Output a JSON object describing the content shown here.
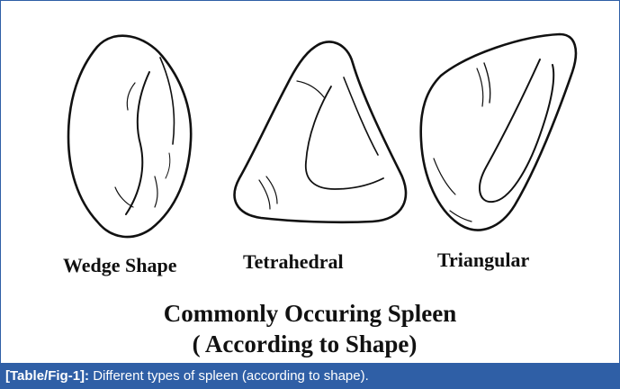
{
  "figure": {
    "shapes": [
      {
        "id": "wedge",
        "label": "Wedge Shape",
        "icon": "wedge-spleen-drawing"
      },
      {
        "id": "tetrahedral",
        "label": "Tetrahedral",
        "icon": "tetrahedral-spleen-drawing"
      },
      {
        "id": "triangular",
        "label": "Triangular",
        "icon": "triangular-spleen-drawing"
      }
    ],
    "title_line_1": "Commonly Occuring Spleen",
    "title_line_2": "( According to Shape)"
  },
  "caption": {
    "ref": "[Table/Fig-1]:",
    "text": " Different types of spleen (according to shape)."
  },
  "colors": {
    "frame": "#2f5fa6",
    "caption_bg": "#2f5fa6",
    "ink": "#111111"
  }
}
